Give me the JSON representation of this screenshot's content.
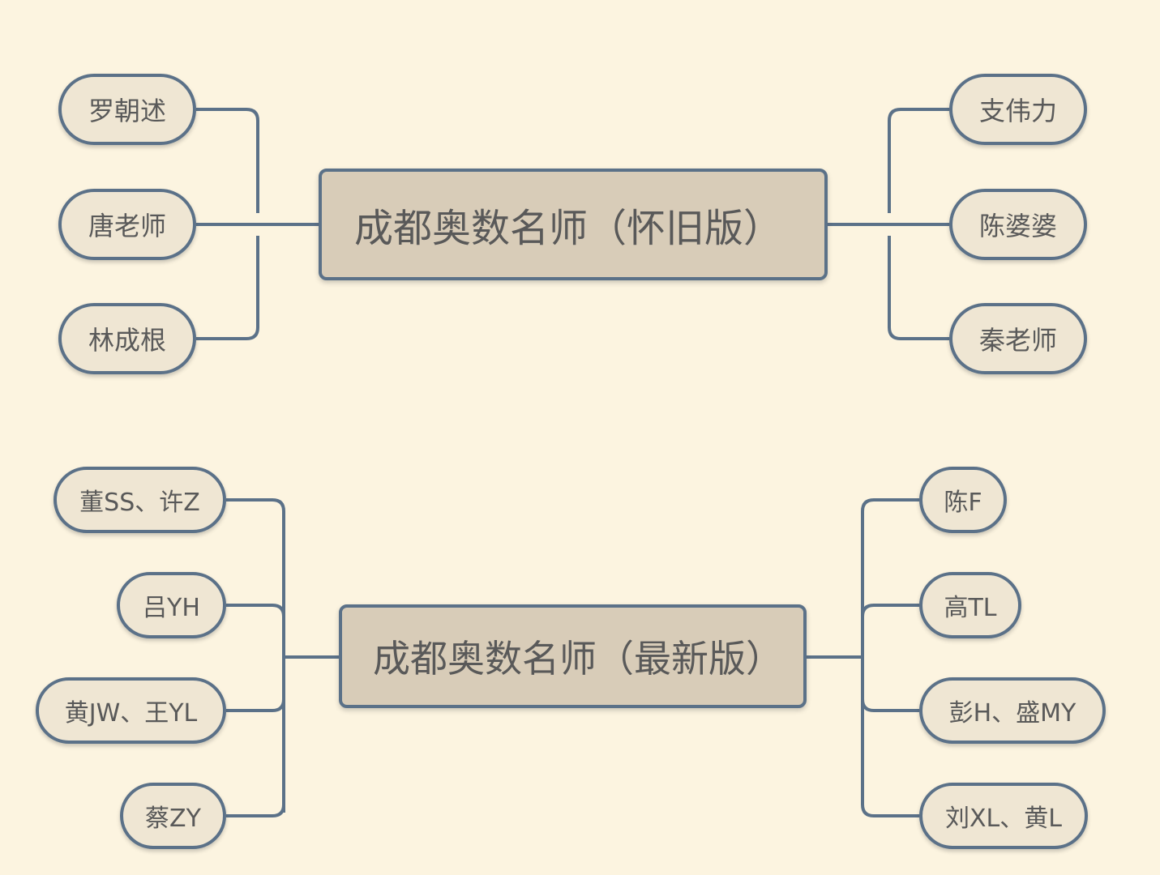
{
  "maps": [
    {
      "root": "成都奥数名师（怀旧版）",
      "left_nodes": [
        "罗朝述",
        "唐老师",
        "林成根"
      ],
      "right_nodes": [
        "支伟力",
        "陈婆婆",
        "秦老师"
      ]
    },
    {
      "root": "成都奥数名师（最新版）",
      "left_nodes": [
        "董SS、许Z",
        "吕YH",
        "黄JW、王YL",
        "蔡ZY"
      ],
      "right_nodes": [
        "陈F",
        "高TL",
        "彭H、盛MY",
        "刘XL、黄L"
      ]
    }
  ],
  "colors": {
    "background": "#fcf4e0",
    "root_fill": "#d8ccb8",
    "node_fill": "#efe6d3",
    "line": "#5b7188",
    "text": "#595959"
  }
}
